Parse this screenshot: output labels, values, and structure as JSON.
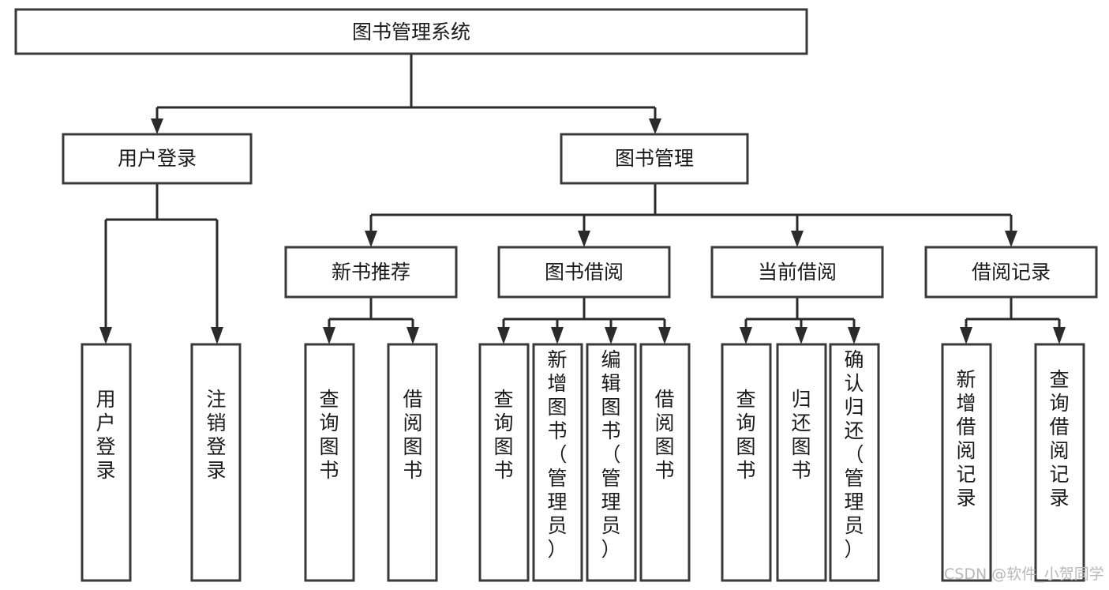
{
  "diagram": {
    "type": "tree-hierarchy-chart",
    "title": "图书管理系统",
    "orientation": "top-down",
    "colors": {
      "box_stroke": "#3a3a3a",
      "box_fill": "#ffffff",
      "connector": "#2b2b2b",
      "text": "#1a1a1a",
      "watermark": "#b8b8b8",
      "background": "#ffffff"
    },
    "root": {
      "id": "root",
      "label": "图书管理系统"
    },
    "level2": [
      {
        "id": "user-login",
        "label": "用户登录"
      },
      {
        "id": "book-management",
        "label": "图书管理"
      }
    ],
    "level3": [
      {
        "id": "new-book-recommend",
        "label": "新书推荐",
        "parent": "book-management"
      },
      {
        "id": "book-borrow",
        "label": "图书借阅",
        "parent": "book-management"
      },
      {
        "id": "current-borrow",
        "label": "当前借阅",
        "parent": "book-management"
      },
      {
        "id": "borrow-record",
        "label": "借阅记录",
        "parent": "book-management"
      }
    ],
    "leaves": {
      "user-login": [
        {
          "id": "leaf-user-login",
          "label": "用户登录"
        },
        {
          "id": "leaf-logout",
          "label": "注销登录"
        }
      ],
      "new-book-recommend": [
        {
          "id": "leaf-query-book-1",
          "label": "查询图书"
        },
        {
          "id": "leaf-borrow-book-1",
          "label": "借阅图书"
        }
      ],
      "book-borrow": [
        {
          "id": "leaf-query-book-2",
          "label": "查询图书"
        },
        {
          "id": "leaf-add-book",
          "label": "新增图书（管理员）"
        },
        {
          "id": "leaf-edit-book",
          "label": "编辑图书（管理员）"
        },
        {
          "id": "leaf-borrow-book-2",
          "label": "借阅图书"
        }
      ],
      "current-borrow": [
        {
          "id": "leaf-query-book-3",
          "label": "查询图书"
        },
        {
          "id": "leaf-return-book",
          "label": "归还图书"
        },
        {
          "id": "leaf-confirm-return",
          "label": "确认归还（管理员）"
        }
      ],
      "borrow-record": [
        {
          "id": "leaf-add-record",
          "label": "新增借阅记录"
        },
        {
          "id": "leaf-query-record",
          "label": "查询借阅记录"
        }
      ]
    }
  },
  "watermark": {
    "text": "CSDN @软件_小贺同学"
  }
}
